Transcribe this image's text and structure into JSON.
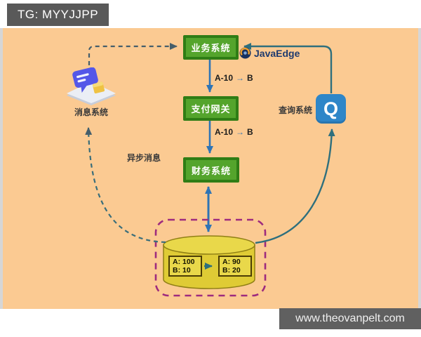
{
  "badge": {
    "label": "TG: MYYJJPP"
  },
  "watermark": {
    "label": "www.theovanpelt.com"
  },
  "brand": {
    "label": "JavaEdge"
  },
  "nodes": {
    "business": {
      "label": "业务系统"
    },
    "payment": {
      "label": "支付网关"
    },
    "finance": {
      "label": "财务系统"
    },
    "message": {
      "label": "消息系统"
    },
    "query": {
      "label": "查询系统",
      "glyph": "Q"
    }
  },
  "labels": {
    "async": "异步消息",
    "transfer_top": {
      "from": "A",
      "amount": "-10",
      "arrow": "→",
      "to": "B"
    },
    "transfer_mid": {
      "from": "A",
      "amount": "-10",
      "arrow": "→",
      "to": "B"
    }
  },
  "database": {
    "before": {
      "row_a": "A:  100",
      "row_b": "B:  10"
    },
    "after": {
      "row_a": "A:  90",
      "row_b": "B:  20"
    }
  },
  "colors": {
    "canvas_bg": "#FBCA92",
    "node_fill": "#54A42C",
    "node_border": "#2F7D15",
    "query_blue": "#2E86C8",
    "db_yellow": "#E9D84A",
    "db_body_yellow": "#DFCB35",
    "dashed_purple": "#9E2B7E",
    "arrow_blue": "#2E74B5",
    "arrow_teal": "#2E6F7D",
    "badge_gray": "#595959"
  }
}
